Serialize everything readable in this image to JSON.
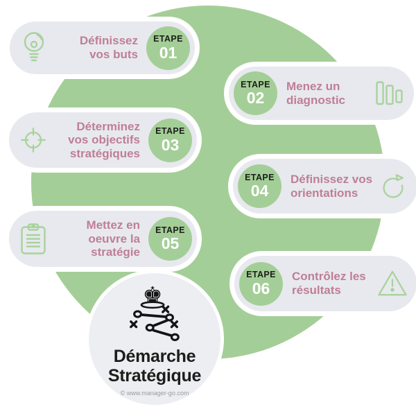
{
  "colors": {
    "background": "#ffffff",
    "main_circle_green": "#a4ce97",
    "pill_gray": "#e7e9ee",
    "badge_green": "#a4ce97",
    "step_title_rose": "#bf7e96",
    "icon_green": "#a9d29c",
    "dark_text": "#1d1d1b",
    "badge_number": "#ffffff",
    "copyright_gray": "#9a9aa0"
  },
  "steps": [
    {
      "etape": "ETAPE",
      "number": "01",
      "title": "Définissez\nvos buts",
      "icon": "lightbulb-icon",
      "side": "left"
    },
    {
      "etape": "ETAPE",
      "number": "02",
      "title": "Menez un\ndiagnostic",
      "icon": "bar-chart-icon",
      "side": "right"
    },
    {
      "etape": "ETAPE",
      "number": "03",
      "title": "Déterminez\nvos objectifs\nstratégiques",
      "icon": "target-icon",
      "side": "left"
    },
    {
      "etape": "ETAPE",
      "number": "04",
      "title": "Définissez vos\norientations",
      "icon": "circular-arrow-icon",
      "side": "right"
    },
    {
      "etape": "ETAPE",
      "number": "05",
      "title": "Mettez en\noeuvre la\nstratégie",
      "icon": "clipboard-icon",
      "side": "left"
    },
    {
      "etape": "ETAPE",
      "number": "06",
      "title": "Contrôlez les\nrésultats",
      "icon": "warning-triangle-icon",
      "side": "right"
    }
  ],
  "center": {
    "title": "Démarche\nStratégique",
    "copyright": "© www.manager-go.com"
  }
}
